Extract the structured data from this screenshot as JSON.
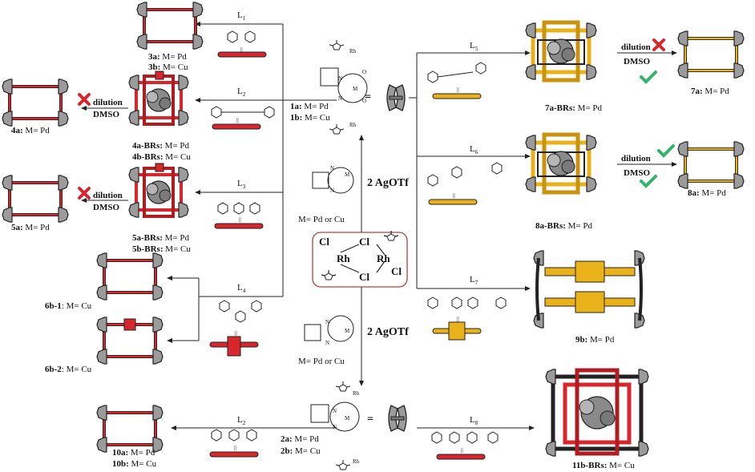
{
  "colors": {
    "red": "#d8262d",
    "gold": "#e9b21b",
    "gray": "#9b9b9b",
    "dark": "#333333",
    "check": "#35b26a",
    "cross": "#d8262d",
    "box": "#b5403a"
  },
  "labels": {
    "c3a": "3a:",
    "c3a_m": "M= Pd",
    "c3b": "3b:",
    "c3b_m": "M= Cu",
    "c4a": "4a:",
    "c4a_m": "M= Pd",
    "c4aBR": "4a-BRs:",
    "c4aBR_m": "M= Pd",
    "c4bBR": "4b-BRs:",
    "c4bBR_m": "M= Cu",
    "c5a": "5a:",
    "c5a_m": "M= Pd",
    "c5aBR": "5a-BRs:",
    "c5aBR_m": "M= Pd",
    "c5bBR": "5b-BRs:",
    "c5bBR_m": "M= Cu",
    "c6b1": "6b-1",
    "c6b1_m": ": M= Cu",
    "c6b2": "6b-2",
    "c6b2_m": ": M= Cu",
    "c10a": "10a:",
    "c10a_m": "M= Pd",
    "c10b": "10b:",
    "c10b_m": "M= Cu",
    "c1a": "1a:",
    "c1a_m": "M= Pd",
    "c1b": "1b:",
    "c1b_m": "M= Cu",
    "c2a": "2a:",
    "c2a_m": "M= Pd",
    "c2b": "2b:",
    "c2b_m": "M= Cu",
    "cM1": "M= Pd or Cu",
    "cM2": "M= Pd or Cu",
    "c7aBR": "7a-BRs:",
    "c7aBR_m": "M= Pd",
    "c7a": "7a:",
    "c7a_m": "M= Pd",
    "c8aBR": "8a-BRs:",
    "c8aBR_m": "M= Pd",
    "c8a": "8a:",
    "c8a_m": "M= Pd",
    "c9b": "9b:",
    "c9b_m": "M= Pd",
    "c11b": "11b-BRs:",
    "c11b_m": "M= Cu"
  },
  "ligands": {
    "L1": "L",
    "L1s": "1",
    "L2": "L",
    "L2s": "2",
    "L3": "L",
    "L3s": "3",
    "L4": "L",
    "L4s": "4",
    "L5": "L",
    "L5s": "5",
    "L6": "L",
    "L6s": "6",
    "L7": "L",
    "L7s": "7",
    "L8": "L",
    "L8s": "8",
    "L2b": "L",
    "L2bs": "2"
  },
  "reagent": {
    "top": "2 AgOTf",
    "bottom": "2 AgOTf"
  },
  "dimer": {
    "cl1": "Cl",
    "cl2": "Cl",
    "cl3": "Cl",
    "cl4": "Cl",
    "rh1": "Rh",
    "rh2": "Rh"
  },
  "conditions": {
    "d1": "dilution",
    "m1": "DMSO",
    "d2": "dilution",
    "m2": "DMSO",
    "d3": "dilution",
    "m3": "DMSO",
    "d4": "dilution",
    "m4": "DMSO"
  },
  "atoms": {
    "N": "N",
    "O": "O",
    "M": "M",
    "Rh": "Rh",
    "eq": "=",
    "par": "||"
  }
}
